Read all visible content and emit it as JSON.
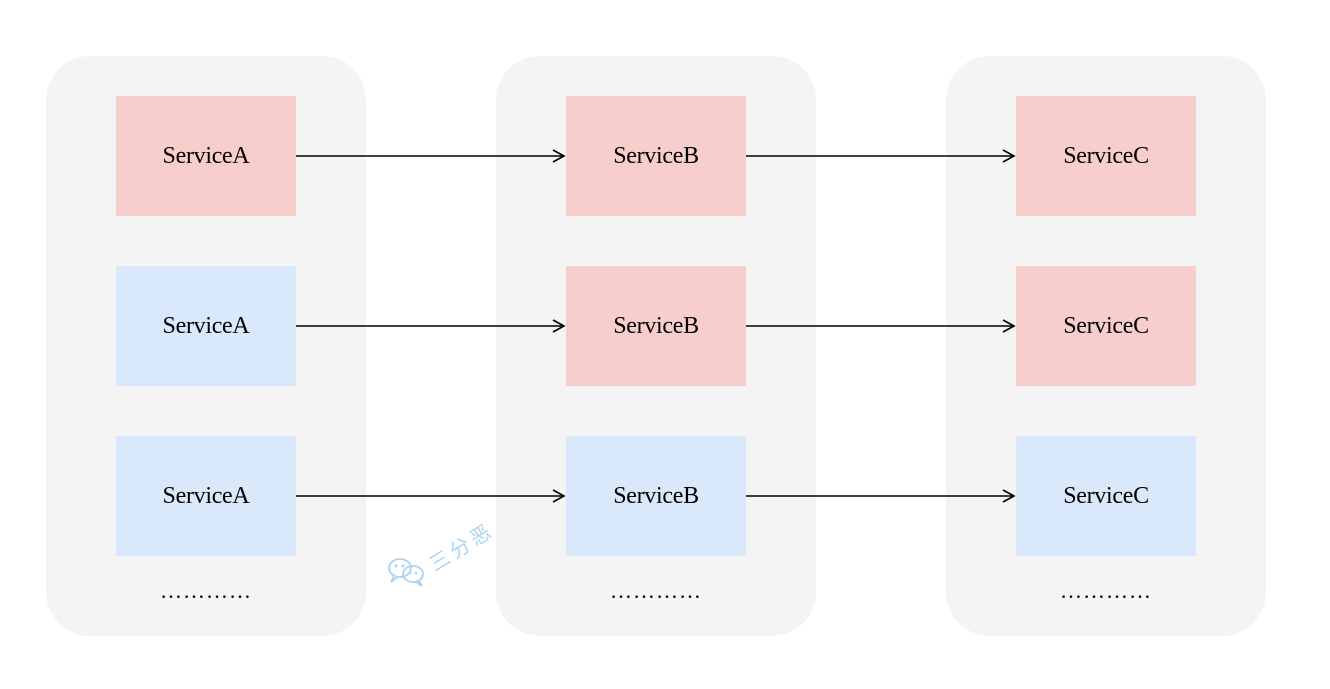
{
  "columns": [
    {
      "services": [
        {
          "label": "ServiceA",
          "color": "#f8cecc"
        },
        {
          "label": "ServiceA",
          "color": "#dae8fc"
        },
        {
          "label": "ServiceA",
          "color": "#dae8fc"
        }
      ],
      "ellipsis": "…………"
    },
    {
      "services": [
        {
          "label": "ServiceB",
          "color": "#f8cecc"
        },
        {
          "label": "ServiceB",
          "color": "#f8cecc"
        },
        {
          "label": "ServiceB",
          "color": "#dae8fc"
        }
      ],
      "ellipsis": "…………"
    },
    {
      "services": [
        {
          "label": "ServiceC",
          "color": "#f8cecc"
        },
        {
          "label": "ServiceC",
          "color": "#f8cecc"
        },
        {
          "label": "ServiceC",
          "color": "#dae8fc"
        }
      ],
      "ellipsis": "…………"
    }
  ],
  "watermark": {
    "text": "三分恶",
    "icon": "wechat-icon",
    "color": "#a9d4f2"
  },
  "colors": {
    "group_background": "#f4f4f4",
    "error_service": "#f8cecc",
    "normal_service": "#dae8fc",
    "arrow": "#000000"
  }
}
